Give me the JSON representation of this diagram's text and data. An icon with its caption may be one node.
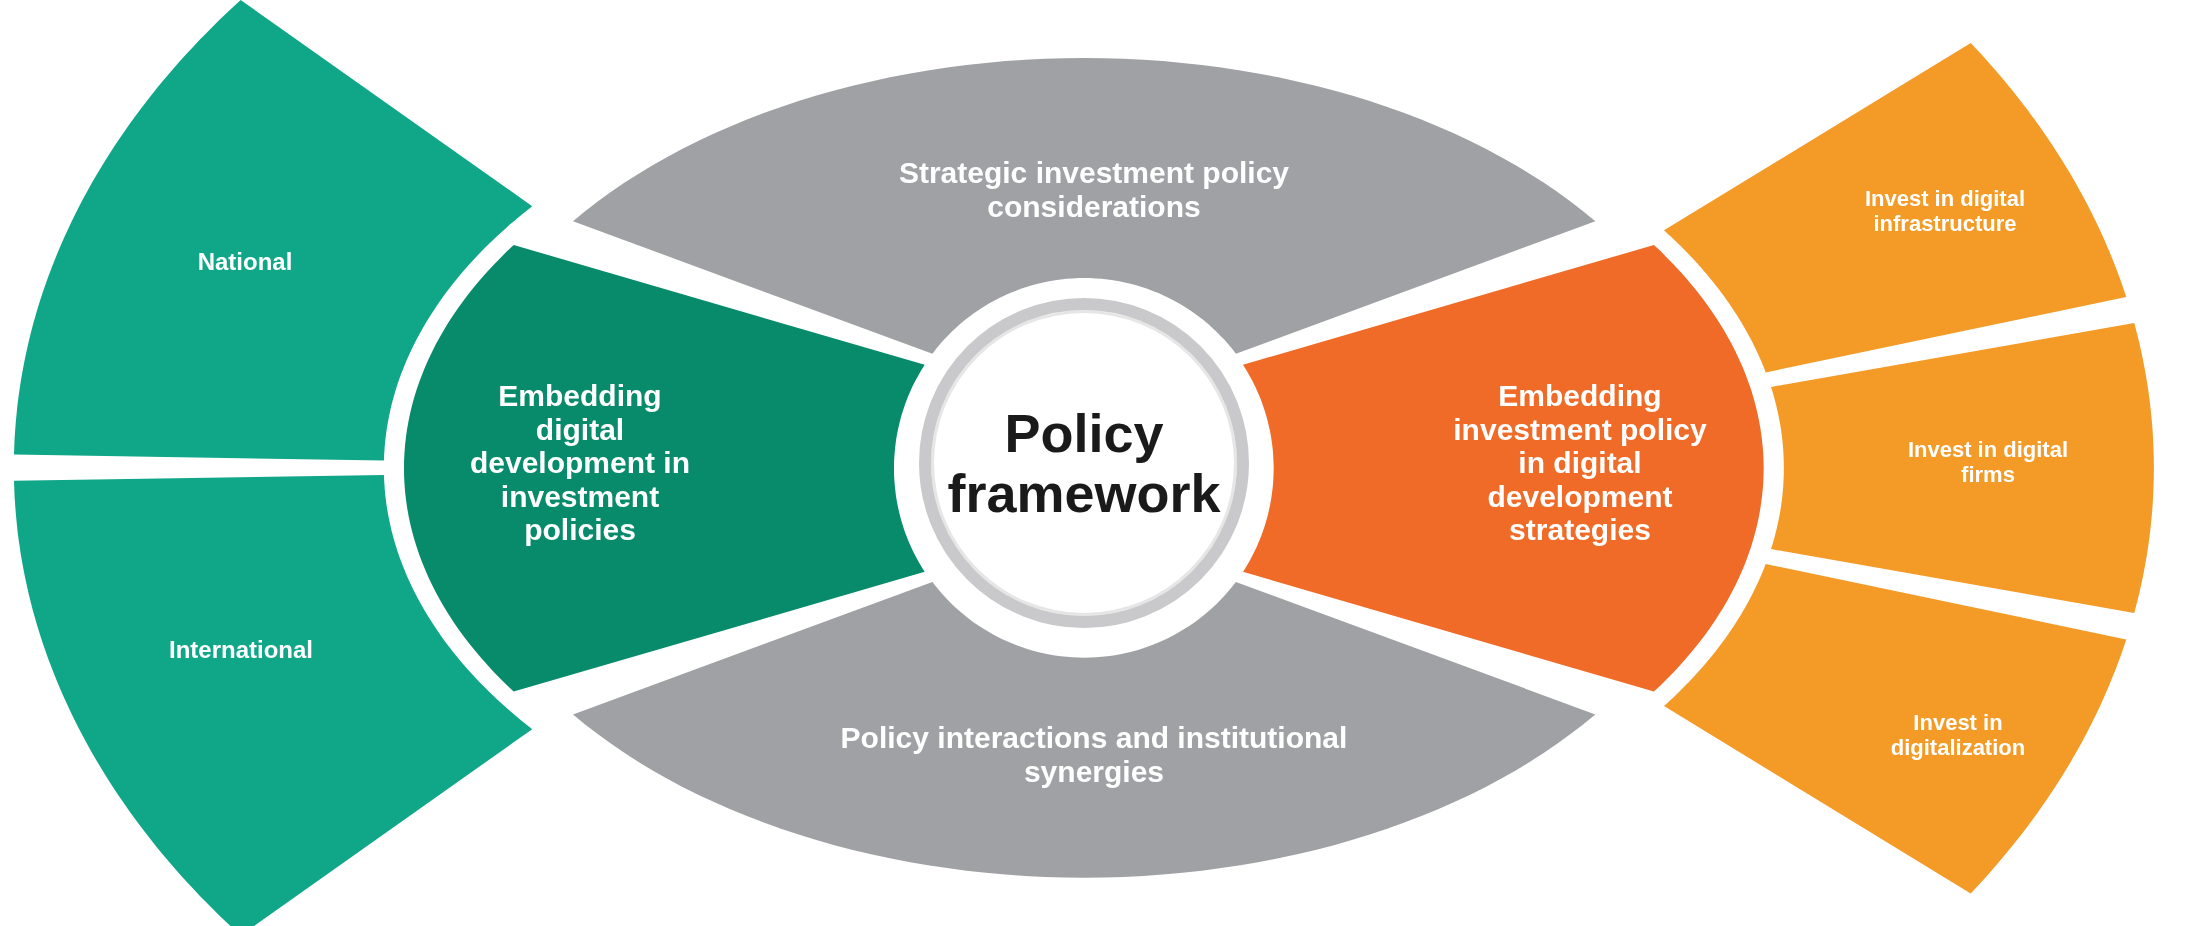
{
  "diagram": {
    "nodes": [
      {
        "text": [
          "Policy framework"
        ]
      },
      {
        "text": [
          "Strategic investment policy considerations"
        ]
      },
      {
        "text": [
          "Policy interactions and institutional synergies"
        ]
      },
      {
        "text": [
          "Embedding digital development in investment policies"
        ]
      },
      {
        "text": [
          "National"
        ]
      },
      {
        "text": [
          "International"
        ]
      },
      {
        "text": [
          "Embedding investment policy in digital development strategies"
        ]
      },
      {
        "text": [
          "Invest in digital infrastructure"
        ]
      },
      {
        "text": [
          "Invest in digital firms"
        ]
      },
      {
        "text": [
          "Invest in digitalization"
        ]
      }
    ],
    "edges": []
  }
}
